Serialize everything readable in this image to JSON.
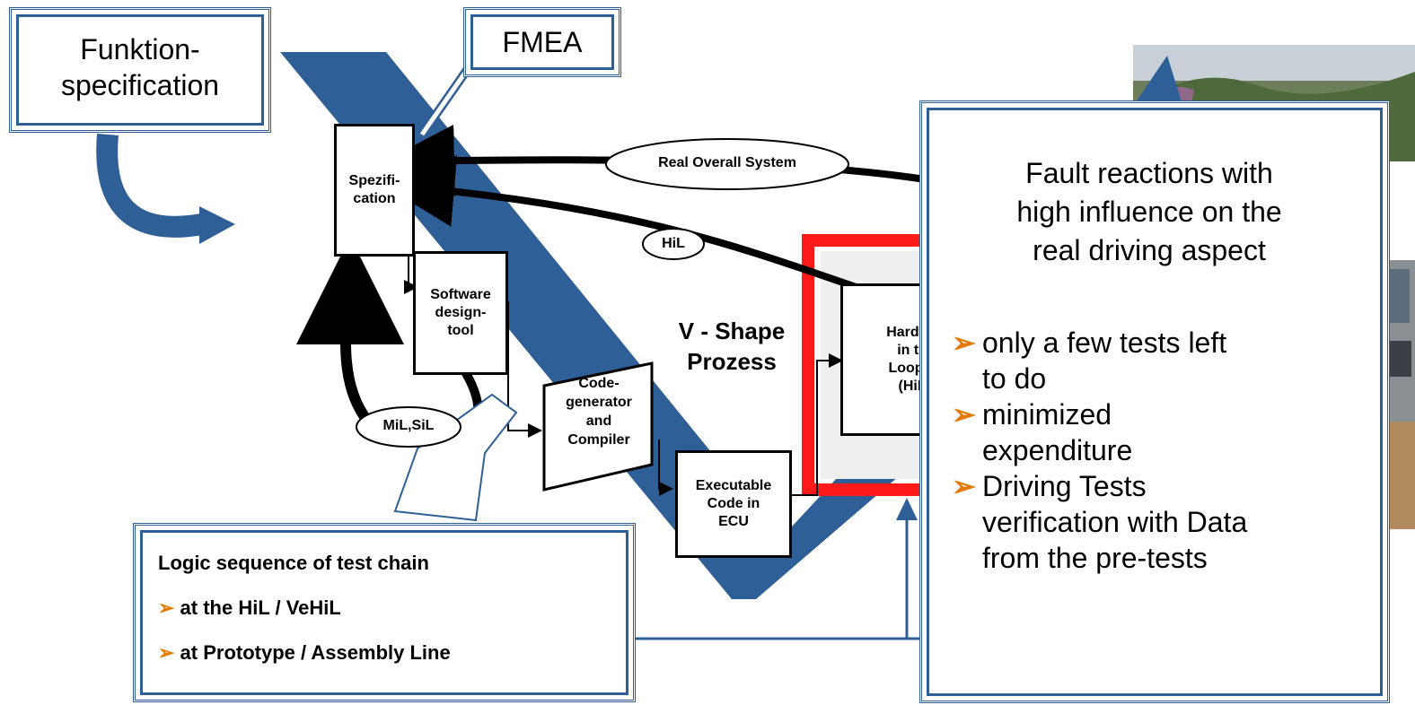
{
  "callouts": {
    "funktion": "Funktion-\nspecification",
    "fmea": "FMEA"
  },
  "blocks": {
    "spec": "Spezifi-\ncation",
    "software": "Software\ndesign-\ntool",
    "codegen": "Code-\ngenerator\nand\nCompiler",
    "executable": "Executable\nCode in\nECU",
    "hil_block": "Hardwa\nin th\nLoop T\n(HiL"
  },
  "ellipses": {
    "real_system": "Real Overall System",
    "hil": "HiL",
    "mil_sil": "MiL,SiL"
  },
  "v_shape": "V - Shape\nProzess",
  "logic_box": {
    "title": "Logic sequence of test chain",
    "items": [
      "at the HiL / VeHiL",
      "at Prototype / Assembly Line"
    ]
  },
  "fault_box": {
    "title": "Fault reactions with\nhigh influence on the\nreal driving aspect",
    "items": [
      "only a few tests left\nto do",
      "minimized\nexpenditure",
      "Driving Tests\nverification with Data\nfrom the pre-tests"
    ]
  },
  "colors": {
    "v_blue": "#2f5f97",
    "frame_red": "#ff1a1a",
    "bullet": "#e07b00"
  },
  "icons": [
    "bullet-arrow-icon"
  ]
}
